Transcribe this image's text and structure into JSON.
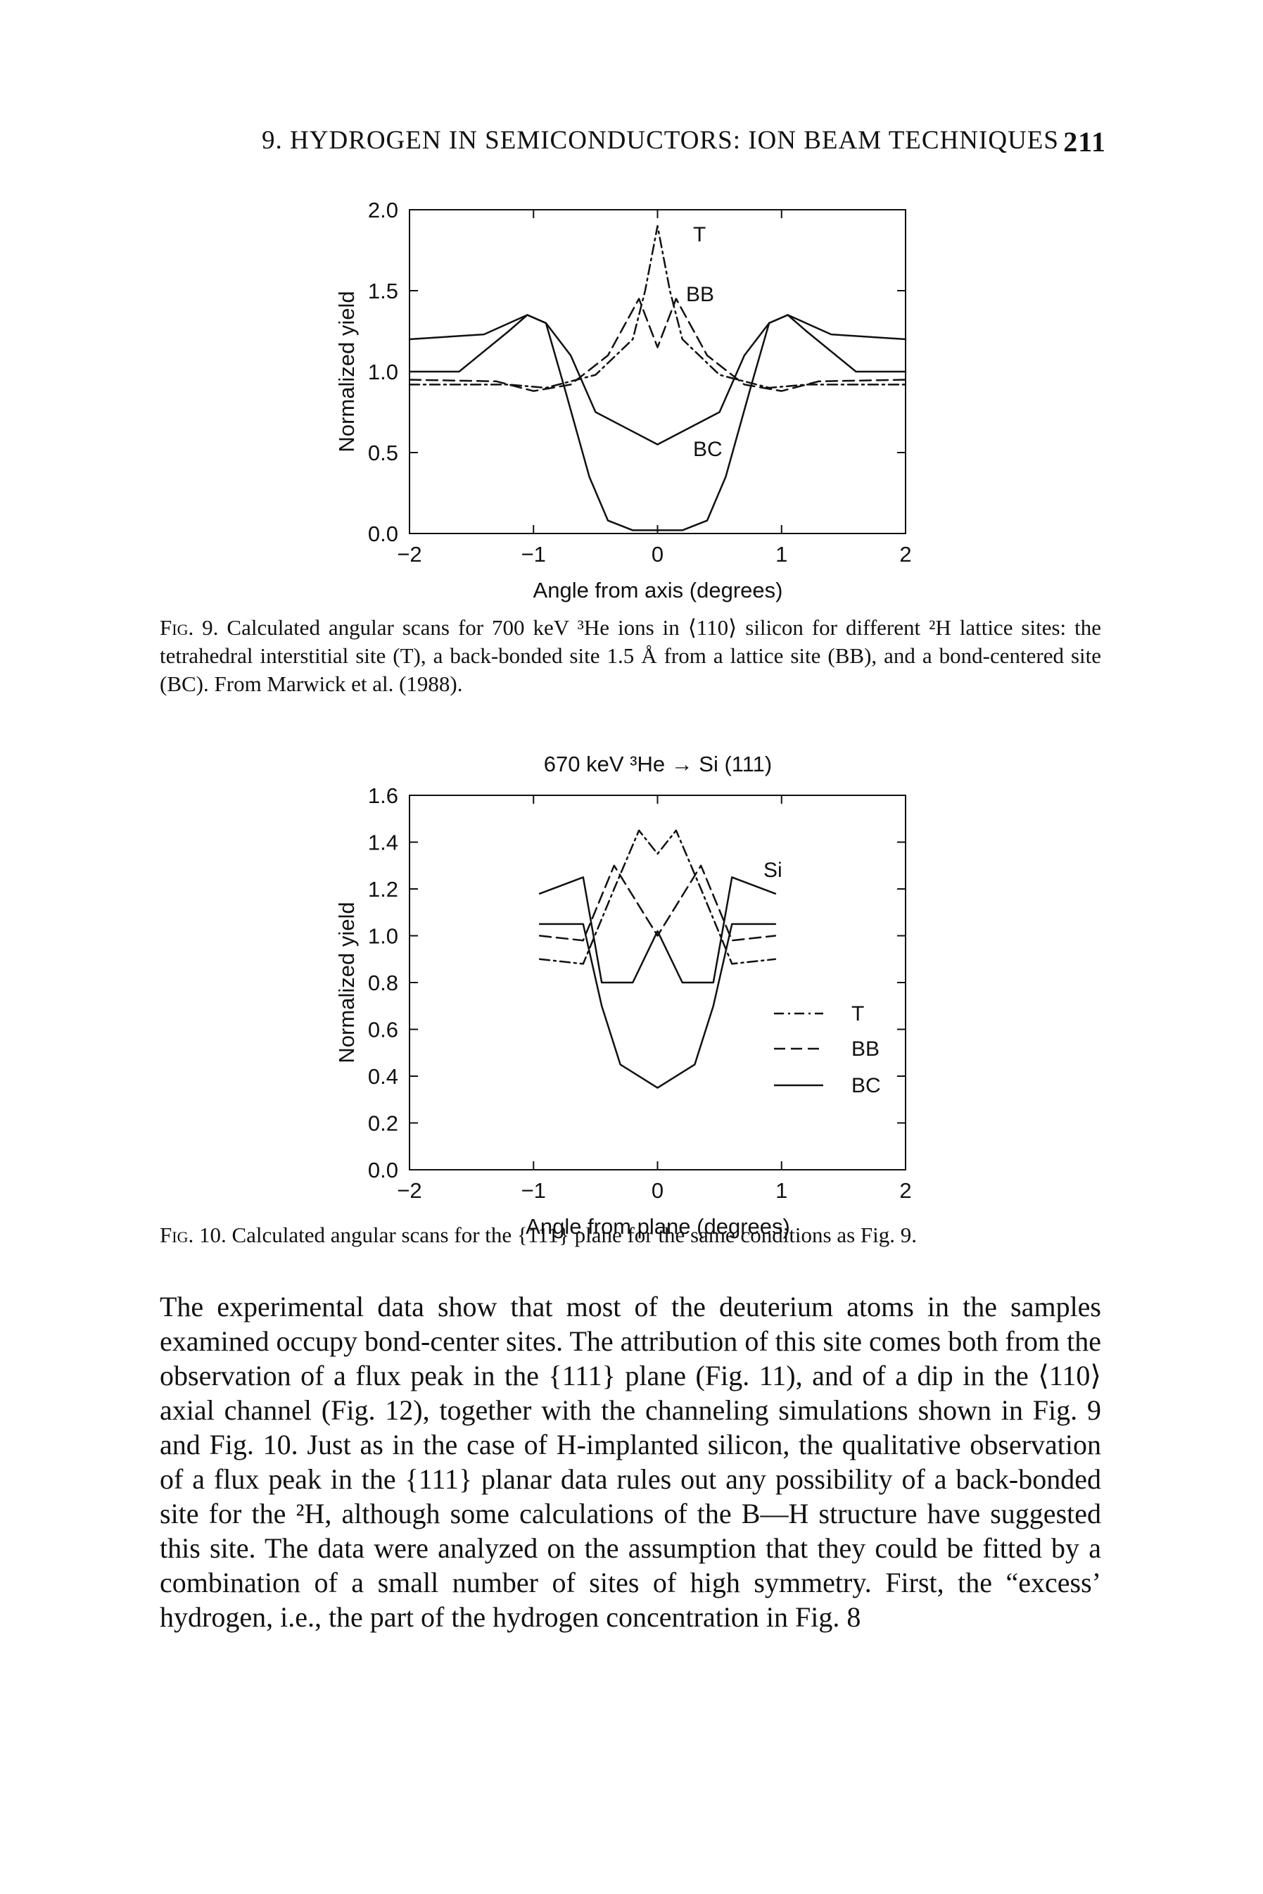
{
  "header": {
    "running_title": "9. HYDROGEN IN SEMICONDUCTORS: ION BEAM TECHNIQUES",
    "page_number": "211"
  },
  "figure9": {
    "ylabel": "Normalized yield",
    "xlabel": "Angle from axis (degrees)",
    "labels": {
      "t": "T",
      "bb": "BB",
      "bc": "BC"
    },
    "caption_label": "Fig. 9.",
    "caption_text": "Calculated angular scans for 700 keV ³He ions in ⟨110⟩ silicon for different ²H lattice sites: the tetrahedral interstitial site (T), a back-bonded site 1.5 Å from a lattice site (BB), and a bond-centered site (BC). From Marwick et al. (1988)."
  },
  "figure10": {
    "title": "670 keV ³He → Si (111)",
    "ylabel": "Normalized yield",
    "xlabel": "Angle from plane (degrees)",
    "labels": {
      "si": "Si"
    },
    "legend": {
      "t": "T",
      "bb": "BB",
      "bc": "BC"
    },
    "caption_label": "Fig. 10.",
    "caption_text": "Calculated angular scans for the {111} plane for the same conditions as Fig. 9."
  },
  "body": {
    "paragraph": "The experimental data show that most of the deuterium atoms in the samples examined occupy bond-center sites. The attribution of this site comes both from the observation of a flux peak in the {111} plane (Fig. 11), and of a dip in the ⟨110⟩ axial channel (Fig. 12), together with the channeling simulations shown in Fig. 9 and Fig. 10. Just as in the case of H-implanted silicon, the qualitative observation of a flux peak in the {111} planar data rules out any possibility of a back-bonded site for the ²H, although some calculations of the B—H structure have suggested this site. The data were analyzed on the assumption that they could be fitted by a combination of a small number of sites of high symmetry. First, the “excess’ hydrogen, i.e., the part of the hydrogen concentration in Fig. 8"
  },
  "chart_data": [
    {
      "type": "line",
      "title": "",
      "xlabel": "Angle from axis (degrees)",
      "ylabel": "Normalized yield",
      "xlim": [
        -2,
        2
      ],
      "ylim": [
        0,
        2
      ],
      "xticks": [
        -2,
        -1,
        0,
        1,
        2
      ],
      "yticks": [
        0.0,
        0.5,
        1.0,
        1.5,
        2.0
      ],
      "grid": false,
      "series": [
        {
          "name": "T",
          "x": [
            -2,
            -1.2,
            -0.9,
            -0.5,
            -0.2,
            -0.1,
            0,
            0.1,
            0.2,
            0.5,
            0.9,
            1.2,
            2
          ],
          "y": [
            0.92,
            0.92,
            0.9,
            0.98,
            1.2,
            1.5,
            1.9,
            1.5,
            1.2,
            0.98,
            0.9,
            0.92,
            0.92
          ]
        },
        {
          "name": "BB",
          "x": [
            -2,
            -1.3,
            -1.0,
            -0.7,
            -0.4,
            -0.15,
            0,
            0.15,
            0.4,
            0.7,
            1.0,
            1.3,
            2
          ],
          "y": [
            0.95,
            0.94,
            0.88,
            0.92,
            1.1,
            1.45,
            1.15,
            1.45,
            1.1,
            0.92,
            0.88,
            0.94,
            0.95
          ]
        },
        {
          "name": "BC",
          "x": [
            -2,
            -1.6,
            -1.2,
            -1.05,
            -0.9,
            -0.7,
            -0.5,
            0,
            0.5,
            0.7,
            0.9,
            1.05,
            1.2,
            1.6,
            2
          ],
          "y": [
            1.0,
            1.0,
            1.25,
            1.35,
            1.3,
            1.1,
            0.75,
            0.55,
            0.75,
            1.1,
            1.3,
            1.35,
            1.25,
            1.0,
            1.0
          ]
        },
        {
          "name": "",
          "x": [
            -2,
            -1.4,
            -1.05,
            -0.9,
            -0.75,
            -0.55,
            -0.4,
            -0.2,
            0,
            0.2,
            0.4,
            0.55,
            0.75,
            0.9,
            1.05,
            1.4,
            2
          ],
          "y": [
            1.2,
            1.23,
            1.35,
            1.3,
            0.9,
            0.35,
            0.08,
            0.02,
            0.02,
            0.02,
            0.08,
            0.35,
            0.9,
            1.3,
            1.35,
            1.23,
            1.2
          ]
        }
      ]
    },
    {
      "type": "line",
      "title": "670 keV ³He → Si (111)",
      "xlabel": "Angle from plane (degrees)",
      "ylabel": "Normalized yield",
      "xlim": [
        -2,
        2
      ],
      "ylim": [
        0,
        1.6
      ],
      "xticks": [
        -2,
        -1,
        0,
        1,
        2
      ],
      "yticks": [
        0.0,
        0.2,
        0.4,
        0.6,
        0.8,
        1.0,
        1.2,
        1.4,
        1.6
      ],
      "grid": false,
      "legend_position": "right",
      "series": [
        {
          "name": "T",
          "x": [
            -0.95,
            -0.6,
            -0.35,
            -0.15,
            0,
            0.15,
            0.35,
            0.6,
            0.95
          ],
          "y": [
            0.9,
            0.88,
            1.2,
            1.45,
            1.35,
            1.45,
            1.2,
            0.88,
            0.9
          ]
        },
        {
          "name": "BB",
          "x": [
            -0.95,
            -0.6,
            -0.35,
            0,
            0.35,
            0.6,
            0.95
          ],
          "y": [
            1.0,
            0.98,
            1.3,
            1.0,
            1.3,
            0.98,
            1.0
          ]
        },
        {
          "name": "BC",
          "x": [
            -0.95,
            -0.6,
            -0.45,
            -0.3,
            0,
            0.3,
            0.45,
            0.6,
            0.95
          ],
          "y": [
            1.05,
            1.05,
            0.7,
            0.45,
            0.35,
            0.45,
            0.7,
            1.05,
            1.05
          ]
        },
        {
          "name": "Si",
          "x": [
            -0.95,
            -0.6,
            -0.45,
            -0.2,
            0,
            0.2,
            0.45,
            0.6,
            0.95
          ],
          "y": [
            1.18,
            1.25,
            0.8,
            0.8,
            1.02,
            0.8,
            0.8,
            1.25,
            1.18
          ]
        }
      ]
    }
  ]
}
